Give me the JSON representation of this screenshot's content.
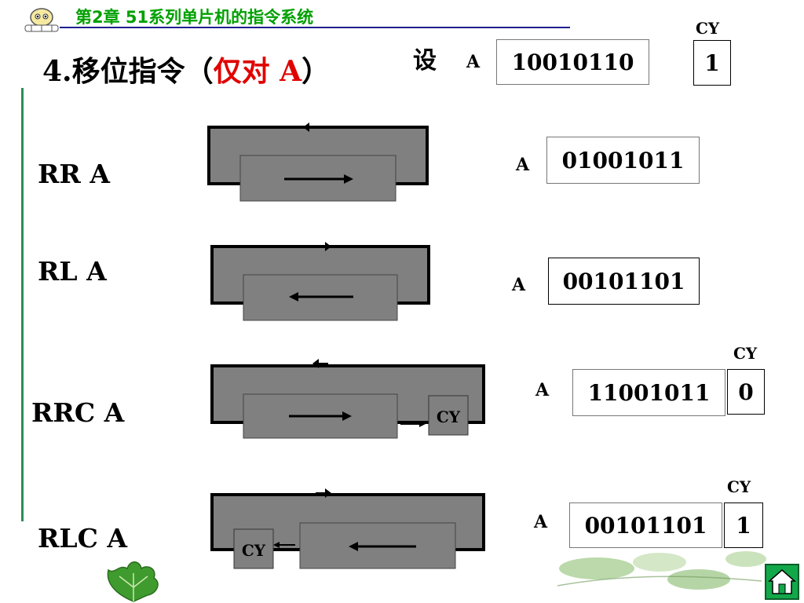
{
  "header": {
    "chapter": "第2章  51系列单片机的指令系统"
  },
  "title": {
    "prefix": "4.移位指令（",
    "highlight": "仅对 A",
    "suffix": "）"
  },
  "initial": {
    "set_label": "设",
    "reg_label": "A",
    "a_value": "10010110",
    "cy_label": "CY",
    "cy_value": "1"
  },
  "instructions": [
    {
      "mnemonic": "RR   A",
      "reg_label": "A",
      "result": "01001011"
    },
    {
      "mnemonic": "RL   A",
      "reg_label": "A",
      "result": "00101101"
    },
    {
      "mnemonic": "RRC   A",
      "reg_label": "A",
      "result": "11001011",
      "cy_label": "CY",
      "cy_value": "0",
      "box_label": "CY"
    },
    {
      "mnemonic": "RLC   A",
      "reg_label": "A",
      "result": "00101101",
      "cy_label": "CY",
      "cy_value": "1",
      "box_label": "CY"
    }
  ],
  "colors": {
    "chapter": "#00a000",
    "highlight": "#e00000",
    "diagram_fill": "#808080",
    "divider_blue": "#1f1f8f",
    "divider_green": "#2e8b57"
  },
  "icons": [
    "logo-icon",
    "leaf-icon",
    "home-icon"
  ]
}
